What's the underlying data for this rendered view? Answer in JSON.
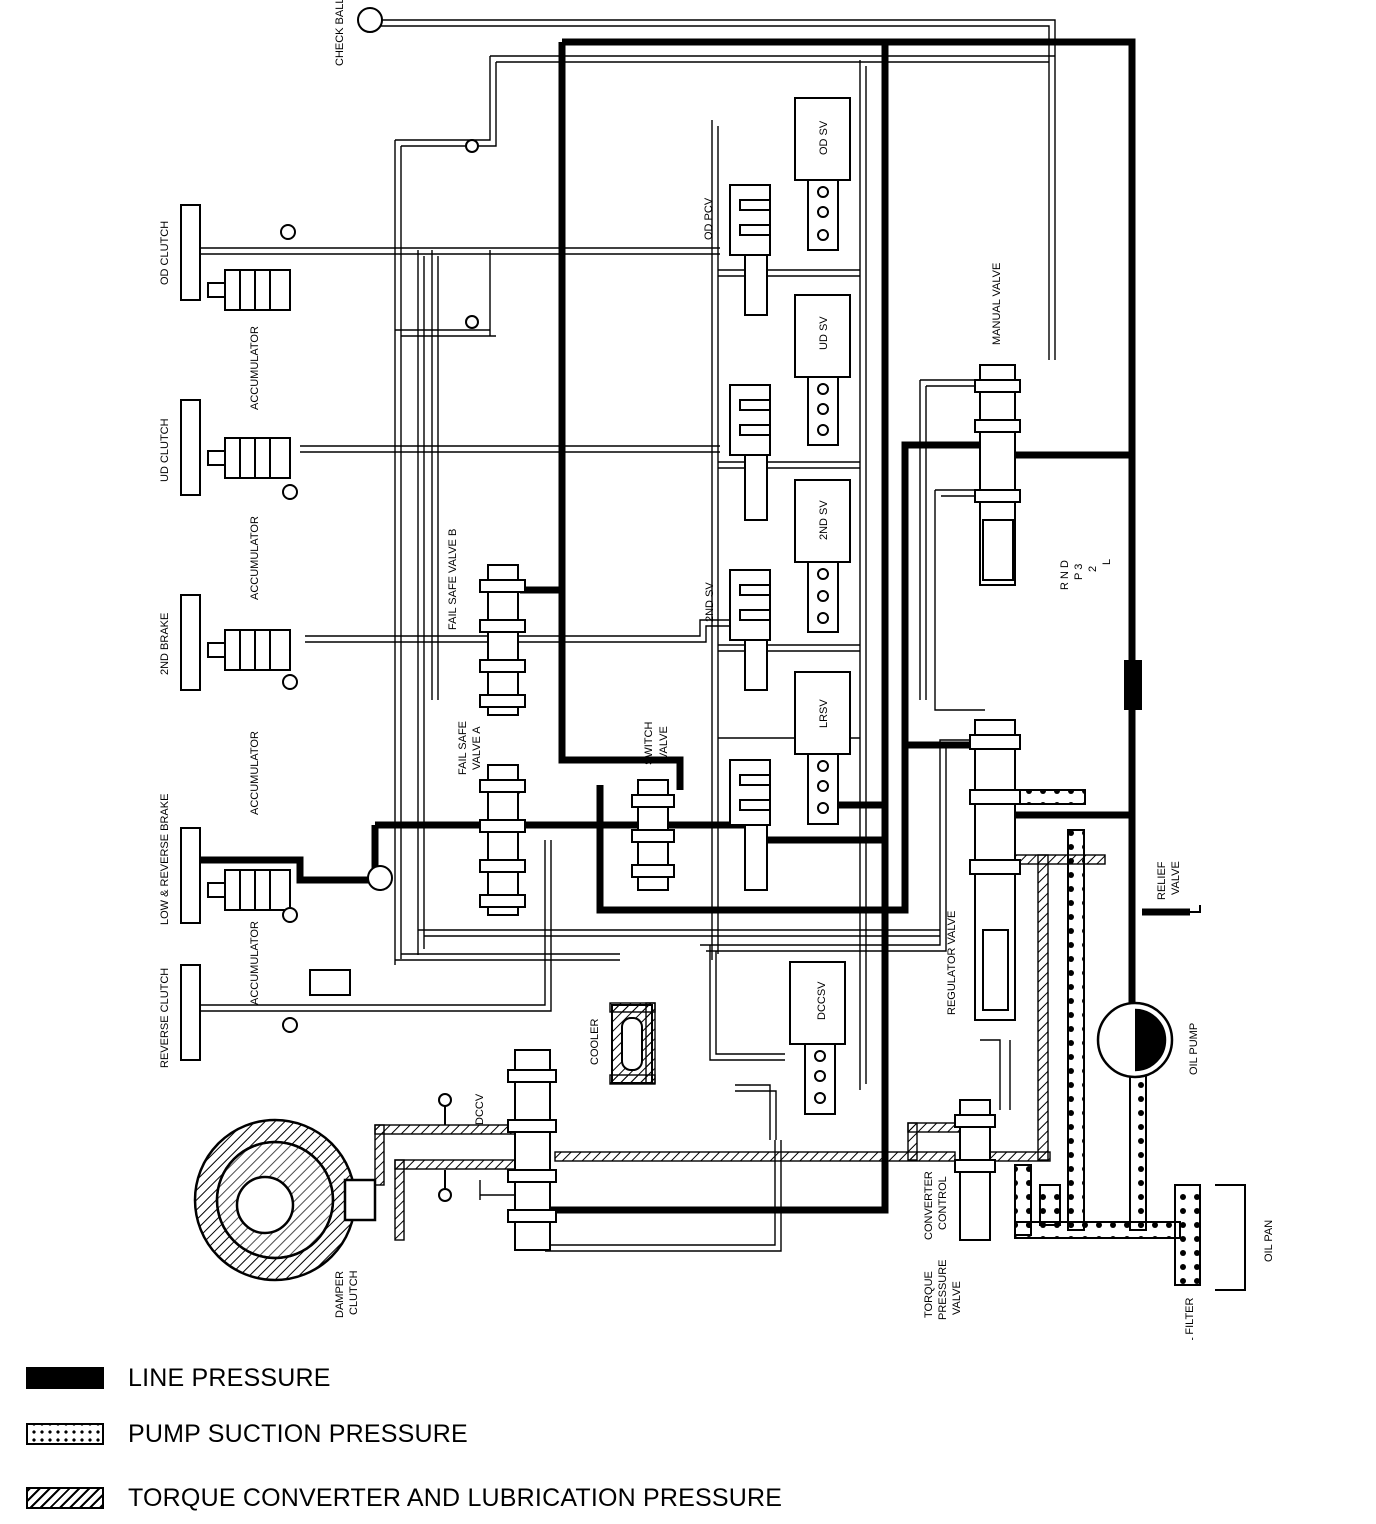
{
  "labels": {
    "check_ball": "CHECK BALL",
    "od_clutch": "OD CLUTCH",
    "ud_clutch": "UD CLUTCH",
    "second_brake": "2ND BRAKE",
    "low_reverse_brake": "LOW & REVERSE BRAKE",
    "reverse_clutch": "REVERSE CLUTCH",
    "accumulator": "ACCUMULATOR",
    "fail_safe_valve_b": "FAIL SAFE VALVE B",
    "fail_safe_valve_a_1": "FAIL SAFE",
    "fail_safe_valve_a_2": "VALVE A",
    "second_sv_line": "2ND SV",
    "switch_valve_1": "SWITCH",
    "switch_valve_2": "VALVE",
    "od_pcv": "OD PCV",
    "od_sv": "OD SV",
    "ud_sv": "UD SV",
    "second_sv": "2ND SV",
    "lrsv": "LRSV",
    "dccsv": "DCCSV",
    "dccv": "DCCV",
    "cooler": "COOLER",
    "manual_valve": "MANUAL VALVE",
    "gear_positions_1": "R N D",
    "gear_positions_2": "P 3",
    "gear_positions_3": "2",
    "gear_positions_4": "L",
    "relief_valve_1": "RELIEF",
    "relief_valve_2": "VALVE",
    "regulator_valve": "REGULATOR VALVE",
    "oil_pump": "OIL PUMP",
    "converter_control_1": "CONVERTER",
    "converter_control_2": "CONTROL",
    "torque_pressure_1": "TORQUE",
    "torque_pressure_2": "PRESSURE",
    "torque_pressure_3": "VALVE",
    "damper_clutch_1": "DAMPER",
    "damper_clutch_2": "CLUTCH",
    "oil_filter": "OIL FILTER",
    "oil_pan": "OIL PAN"
  },
  "legend": {
    "line_pressure": "LINE PRESSURE",
    "pump_suction": "PUMP SUCTION PRESSURE",
    "torque_converter": "TORQUE CONVERTER AND LUBRICATION PRESSURE"
  }
}
